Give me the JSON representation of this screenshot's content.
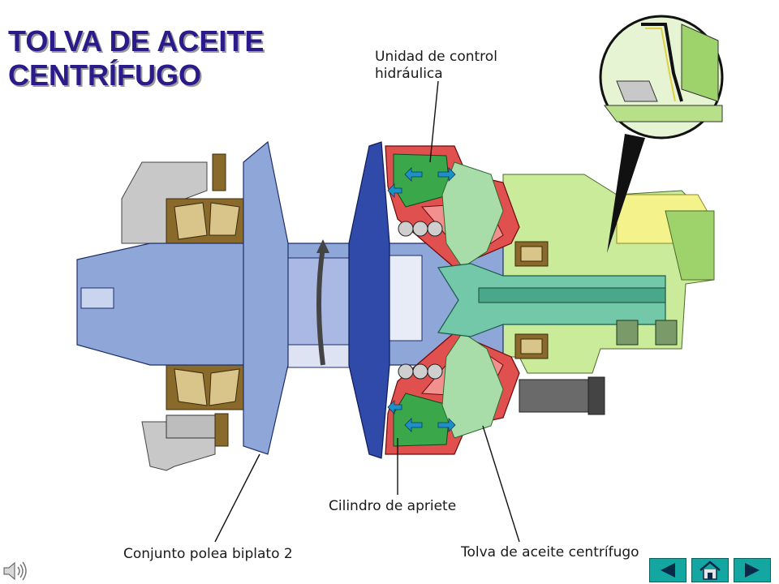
{
  "title": {
    "line1": "TOLVA DE ACEITE",
    "line2": "CENTRÍFUGO"
  },
  "labels": {
    "hydraulic_control_unit": [
      "Unidad de control",
      "hidráulica"
    ],
    "clamping_cylinder": "Cilindro de apriete",
    "pulley_assembly": "Conjunto polea biplato 2",
    "centrifugal_oil_hopper": "Tolva de aceite centrífugo"
  },
  "navigation": {
    "prev_icon": "triangle-left-icon",
    "home_icon": "house-icon",
    "next_icon": "triangle-right-icon",
    "audio_icon": "speaker-icon"
  },
  "colors": {
    "title": "#2a1a8a",
    "pulley_light": "#8fa6d8",
    "pulley_dark": "#2f4aa8",
    "cylinder_red": "#e0504f",
    "oil_green": "#3aa84a",
    "bearing_brown": "#7a5a1a",
    "housing_green": "#b8e08a",
    "flow_arrow": "#1e90c8",
    "nav_button": "#14a6a0"
  }
}
